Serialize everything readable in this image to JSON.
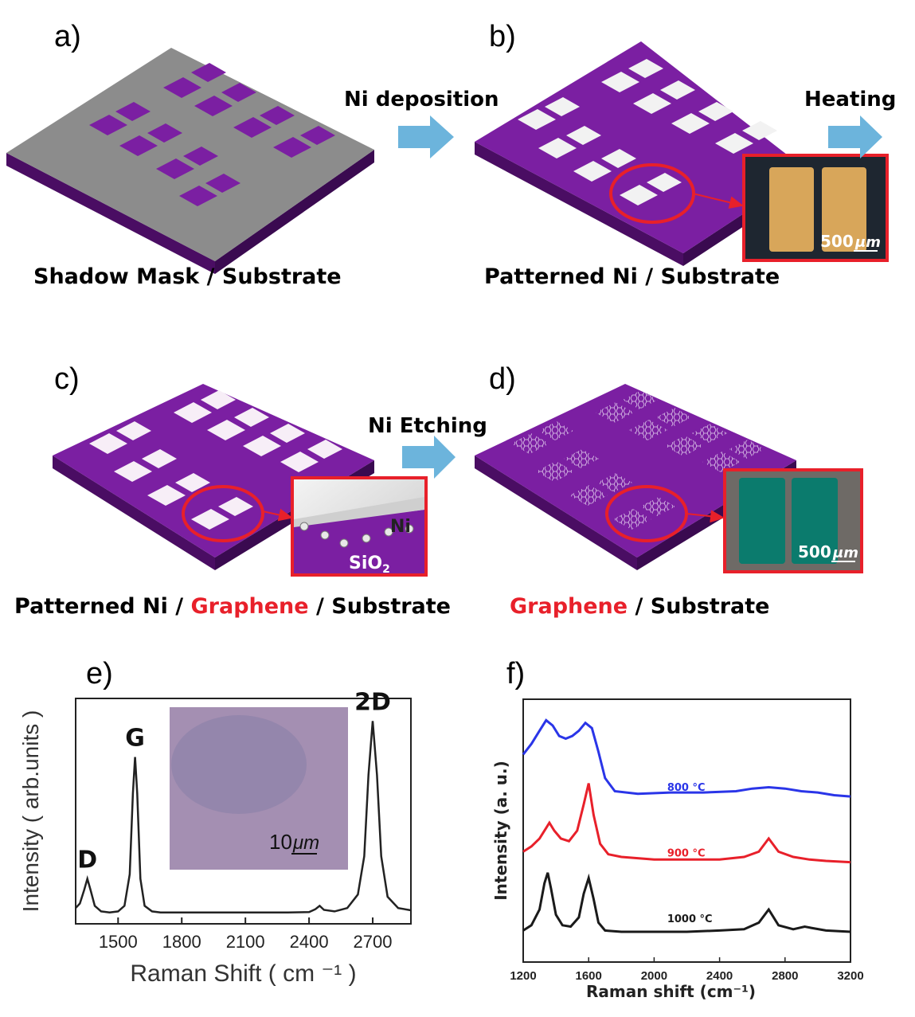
{
  "panels": {
    "a": {
      "id": "a)",
      "caption": "Shadow Mask / Substrate"
    },
    "b": {
      "id": "b)",
      "caption": "Patterned Ni / Substrate",
      "inset_scale": "500",
      "inset_unit": "μm"
    },
    "c": {
      "id": "c)",
      "caption_parts": [
        "Patterned Ni / ",
        "Graphene",
        " / Substrate"
      ],
      "inset_top": "Ni",
      "inset_bottom_base": "SiO",
      "inset_bottom_sub": "2"
    },
    "d": {
      "id": "d)",
      "caption_parts": [
        "Graphene",
        " / Substrate"
      ],
      "inset_scale": "500",
      "inset_unit": "μm"
    },
    "e": {
      "id": "e)",
      "inset_scale": "10",
      "inset_unit": "μm"
    },
    "f": {
      "id": "f)"
    }
  },
  "steps": {
    "deposition": "Ni deposition",
    "heating": "Heating",
    "etching": "Ni Etching"
  },
  "colors": {
    "substrate_top": "#7b1fa2",
    "substrate_side": "#4a0d63",
    "mask": "#8c8c8c",
    "arrow": "#6cb4dc",
    "highlight": "#e8202a",
    "graphene_text": "#e8202a",
    "ni_inset": "#d8a65a",
    "graphene_inset": "#0b7b6d"
  },
  "chart_data": [
    {
      "type": "line",
      "panel": "e)",
      "xlabel": "Raman Shift ( cm ⁻¹ )",
      "ylabel": "Intensity ( arb.units )",
      "xlim": [
        1300,
        2880
      ],
      "ylim": [
        0,
        1.0
      ],
      "xticks": [
        1500,
        1800,
        2100,
        2400,
        2700
      ],
      "series": [
        {
          "color": "#222222",
          "x": [
            1300,
            1320,
            1340,
            1355,
            1370,
            1390,
            1420,
            1460,
            1500,
            1530,
            1555,
            1570,
            1580,
            1590,
            1605,
            1625,
            1660,
            1700,
            1800,
            1900,
            2000,
            2100,
            2200,
            2300,
            2400,
            2430,
            2450,
            2470,
            2520,
            2580,
            2630,
            2660,
            2680,
            2700,
            2720,
            2740,
            2770,
            2820,
            2880
          ],
          "y": [
            0.07,
            0.09,
            0.15,
            0.2,
            0.15,
            0.08,
            0.055,
            0.05,
            0.055,
            0.08,
            0.22,
            0.58,
            0.74,
            0.58,
            0.2,
            0.08,
            0.055,
            0.05,
            0.05,
            0.05,
            0.05,
            0.05,
            0.05,
            0.05,
            0.052,
            0.065,
            0.08,
            0.062,
            0.055,
            0.07,
            0.13,
            0.3,
            0.66,
            0.9,
            0.66,
            0.3,
            0.12,
            0.07,
            0.06
          ]
        }
      ],
      "peak_labels": [
        {
          "text": "D",
          "x": 1355,
          "y": 0.2
        },
        {
          "text": "G",
          "x": 1580,
          "y": 0.74
        },
        {
          "text": "2D",
          "x": 2700,
          "y": 0.9
        }
      ]
    },
    {
      "type": "line",
      "panel": "f)",
      "xlabel": "Raman shift (cm⁻¹)",
      "ylabel": "Intensity (a. u.)",
      "xlim": [
        1200,
        3200
      ],
      "ylim": [
        0,
        1.0
      ],
      "xticks": [
        1200,
        1600,
        2000,
        2400,
        2800,
        3200
      ],
      "series": [
        {
          "name": "800 °C",
          "color": "#2a35e8",
          "label_pos": [
            2080,
            0.64
          ],
          "x": [
            1200,
            1250,
            1300,
            1340,
            1380,
            1420,
            1460,
            1500,
            1540,
            1580,
            1620,
            1660,
            1700,
            1760,
            1900,
            2100,
            2300,
            2500,
            2600,
            2700,
            2800,
            2900,
            3000,
            3100,
            3200
          ],
          "y": [
            0.79,
            0.83,
            0.88,
            0.92,
            0.9,
            0.86,
            0.85,
            0.86,
            0.88,
            0.91,
            0.89,
            0.8,
            0.7,
            0.65,
            0.64,
            0.645,
            0.645,
            0.65,
            0.66,
            0.665,
            0.66,
            0.65,
            0.645,
            0.635,
            0.63
          ]
        },
        {
          "name": "900 °C",
          "color": "#e8202a",
          "label_pos": [
            2080,
            0.39
          ],
          "x": [
            1200,
            1250,
            1300,
            1340,
            1360,
            1390,
            1430,
            1480,
            1530,
            1570,
            1600,
            1630,
            1670,
            1720,
            1800,
            2000,
            2200,
            2400,
            2550,
            2640,
            2700,
            2760,
            2850,
            2950,
            3050,
            3200
          ],
          "y": [
            0.42,
            0.44,
            0.47,
            0.51,
            0.53,
            0.5,
            0.47,
            0.46,
            0.5,
            0.6,
            0.68,
            0.56,
            0.45,
            0.41,
            0.4,
            0.39,
            0.39,
            0.39,
            0.4,
            0.42,
            0.47,
            0.42,
            0.4,
            0.39,
            0.385,
            0.38
          ]
        },
        {
          "name": "1000 °C",
          "color": "#1a1a1a",
          "label_pos": [
            2080,
            0.14
          ],
          "x": [
            1200,
            1250,
            1300,
            1330,
            1350,
            1370,
            1400,
            1440,
            1490,
            1540,
            1570,
            1600,
            1630,
            1660,
            1700,
            1800,
            2000,
            2200,
            2400,
            2550,
            2640,
            2700,
            2760,
            2850,
            2920,
            2960,
            3050,
            3200
          ],
          "y": [
            0.12,
            0.14,
            0.2,
            0.3,
            0.34,
            0.28,
            0.18,
            0.14,
            0.135,
            0.17,
            0.26,
            0.32,
            0.24,
            0.15,
            0.12,
            0.115,
            0.115,
            0.115,
            0.12,
            0.125,
            0.15,
            0.2,
            0.14,
            0.125,
            0.135,
            0.13,
            0.12,
            0.115
          ]
        }
      ]
    }
  ]
}
